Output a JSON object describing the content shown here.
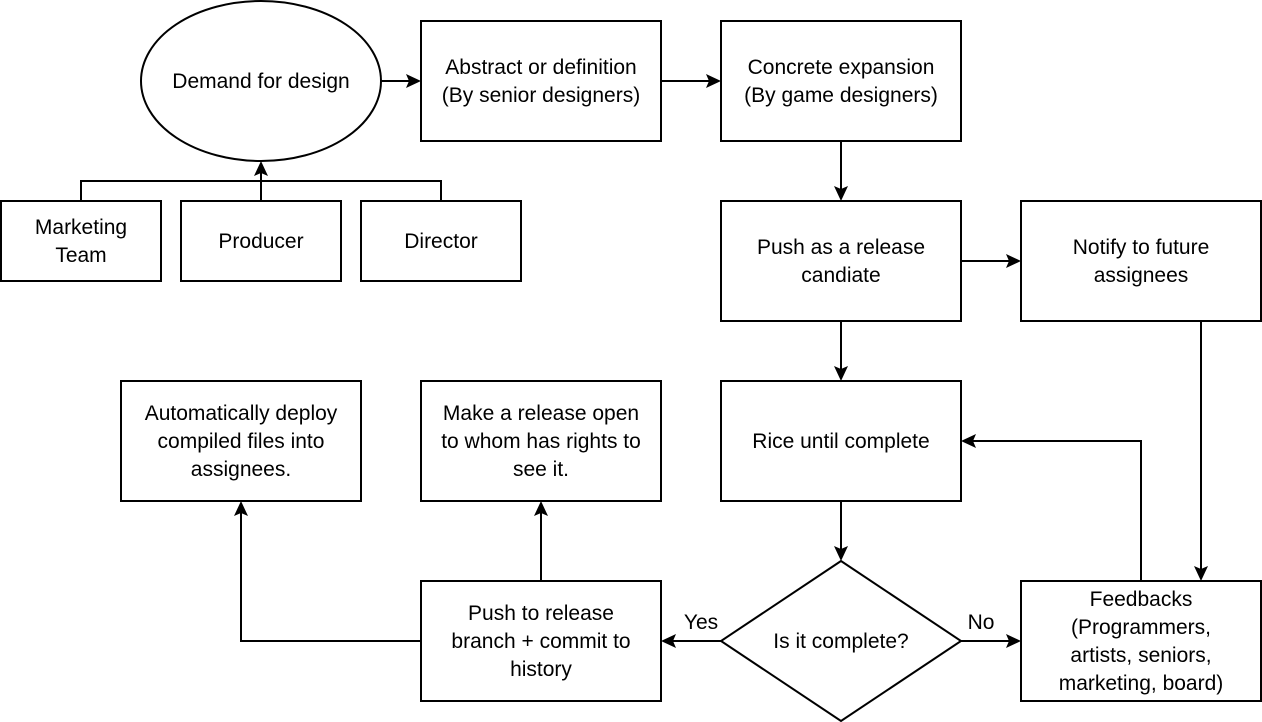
{
  "diagram": {
    "nodes": {
      "demand": [
        "Demand for design"
      ],
      "abstract": [
        "Abstract or definition",
        "(By senior designers)"
      ],
      "concrete": [
        "Concrete expansion",
        "(By game designers)"
      ],
      "marketing": [
        "Marketing",
        "Team"
      ],
      "producer": [
        "Producer"
      ],
      "director": [
        "Director"
      ],
      "push_candidate": [
        "Push as a release",
        "candiate"
      ],
      "notify": [
        "Notify to future",
        "assignees"
      ],
      "rice": [
        "Rice until complete"
      ],
      "deploy": [
        "Automatically deploy",
        "compiled files into",
        "assignees."
      ],
      "release_open": [
        "Make a release open",
        "to whom has rights to",
        "see it."
      ],
      "push_branch": [
        "Push to release",
        "branch + commit to",
        "history"
      ],
      "is_complete": [
        "Is it complete?"
      ],
      "feedbacks": [
        "Feedbacks",
        "(Programmers,",
        "artists, seniors,",
        "marketing, board)"
      ]
    },
    "edge_labels": {
      "yes": "Yes",
      "no": "No"
    }
  }
}
